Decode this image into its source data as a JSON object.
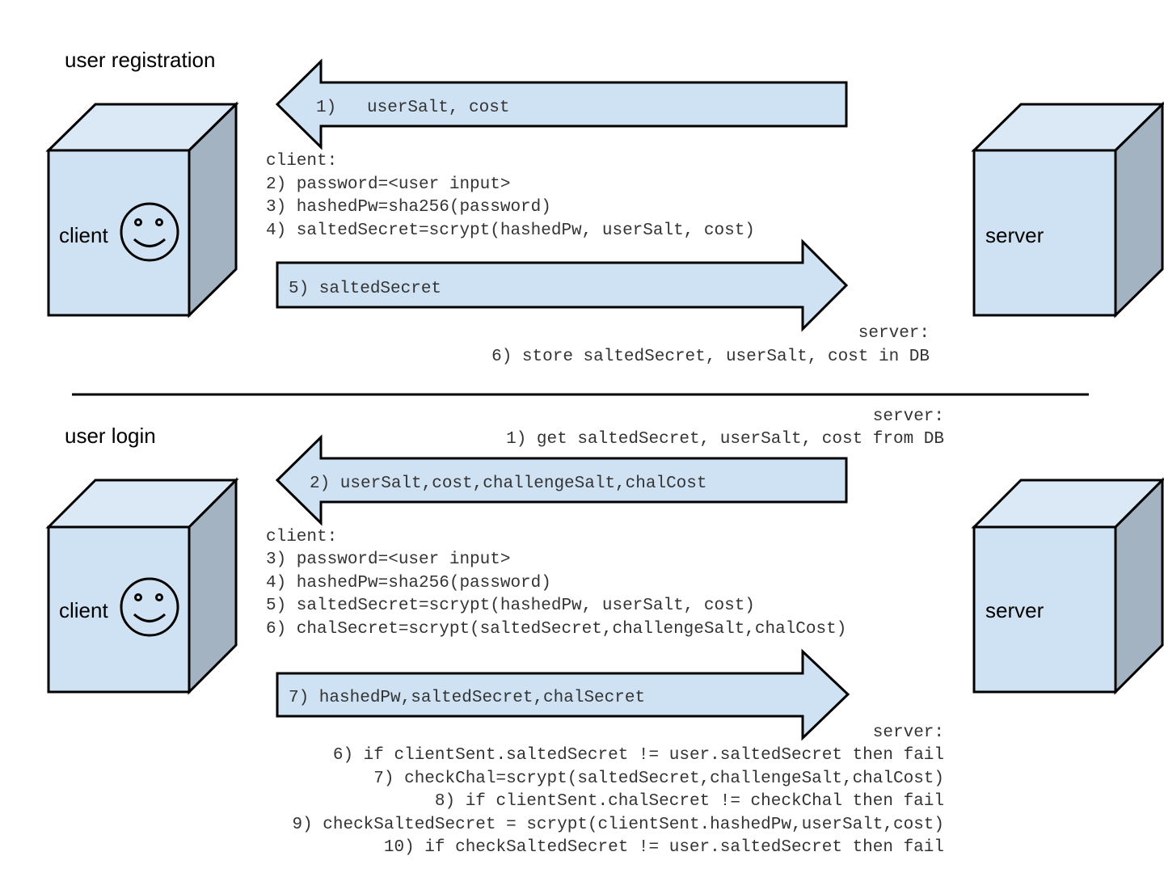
{
  "registration": {
    "title": "user registration",
    "client_label": "client",
    "server_label": "server",
    "arrow1": "1)   userSalt, cost",
    "client_heading": "client:",
    "client_steps": [
      "2) password=<user input>",
      "3) hashedPw=sha256(password)",
      "4) saltedSecret=scrypt(hashedPw, userSalt, cost)"
    ],
    "arrow5": "5) saltedSecret",
    "server_heading": "server:",
    "server_steps": [
      "6) store saltedSecret, userSalt, cost in DB"
    ]
  },
  "login": {
    "title": "user login",
    "client_label": "client",
    "server_label": "server",
    "server_heading_top": "server:",
    "server_steps_top": [
      "1) get saltedSecret, userSalt, cost from DB"
    ],
    "arrow2": "2) userSalt,cost,challengeSalt,chalCost",
    "client_heading": "client:",
    "client_steps": [
      "3) password=<user input>",
      "4) hashedPw=sha256(password)",
      "5) saltedSecret=scrypt(hashedPw, userSalt, cost)",
      "6) chalSecret=scrypt(saltedSecret,challengeSalt,chalCost)"
    ],
    "arrow7": "7) hashedPw,saltedSecret,chalSecret",
    "server_heading_bottom": "server:",
    "server_steps_bottom": [
      "6) if clientSent.saltedSecret != user.saltedSecret then fail",
      "7) checkChal=scrypt(saltedSecret,challengeSalt,chalCost)",
      "8) if clientSent.chalSecret != checkChal then fail",
      "9) checkSaltedSecret = scrypt(clientSent.hashedPw,userSalt,cost)",
      "10) if checkSaltedSecret != user.saltedSecret then fail"
    ]
  }
}
